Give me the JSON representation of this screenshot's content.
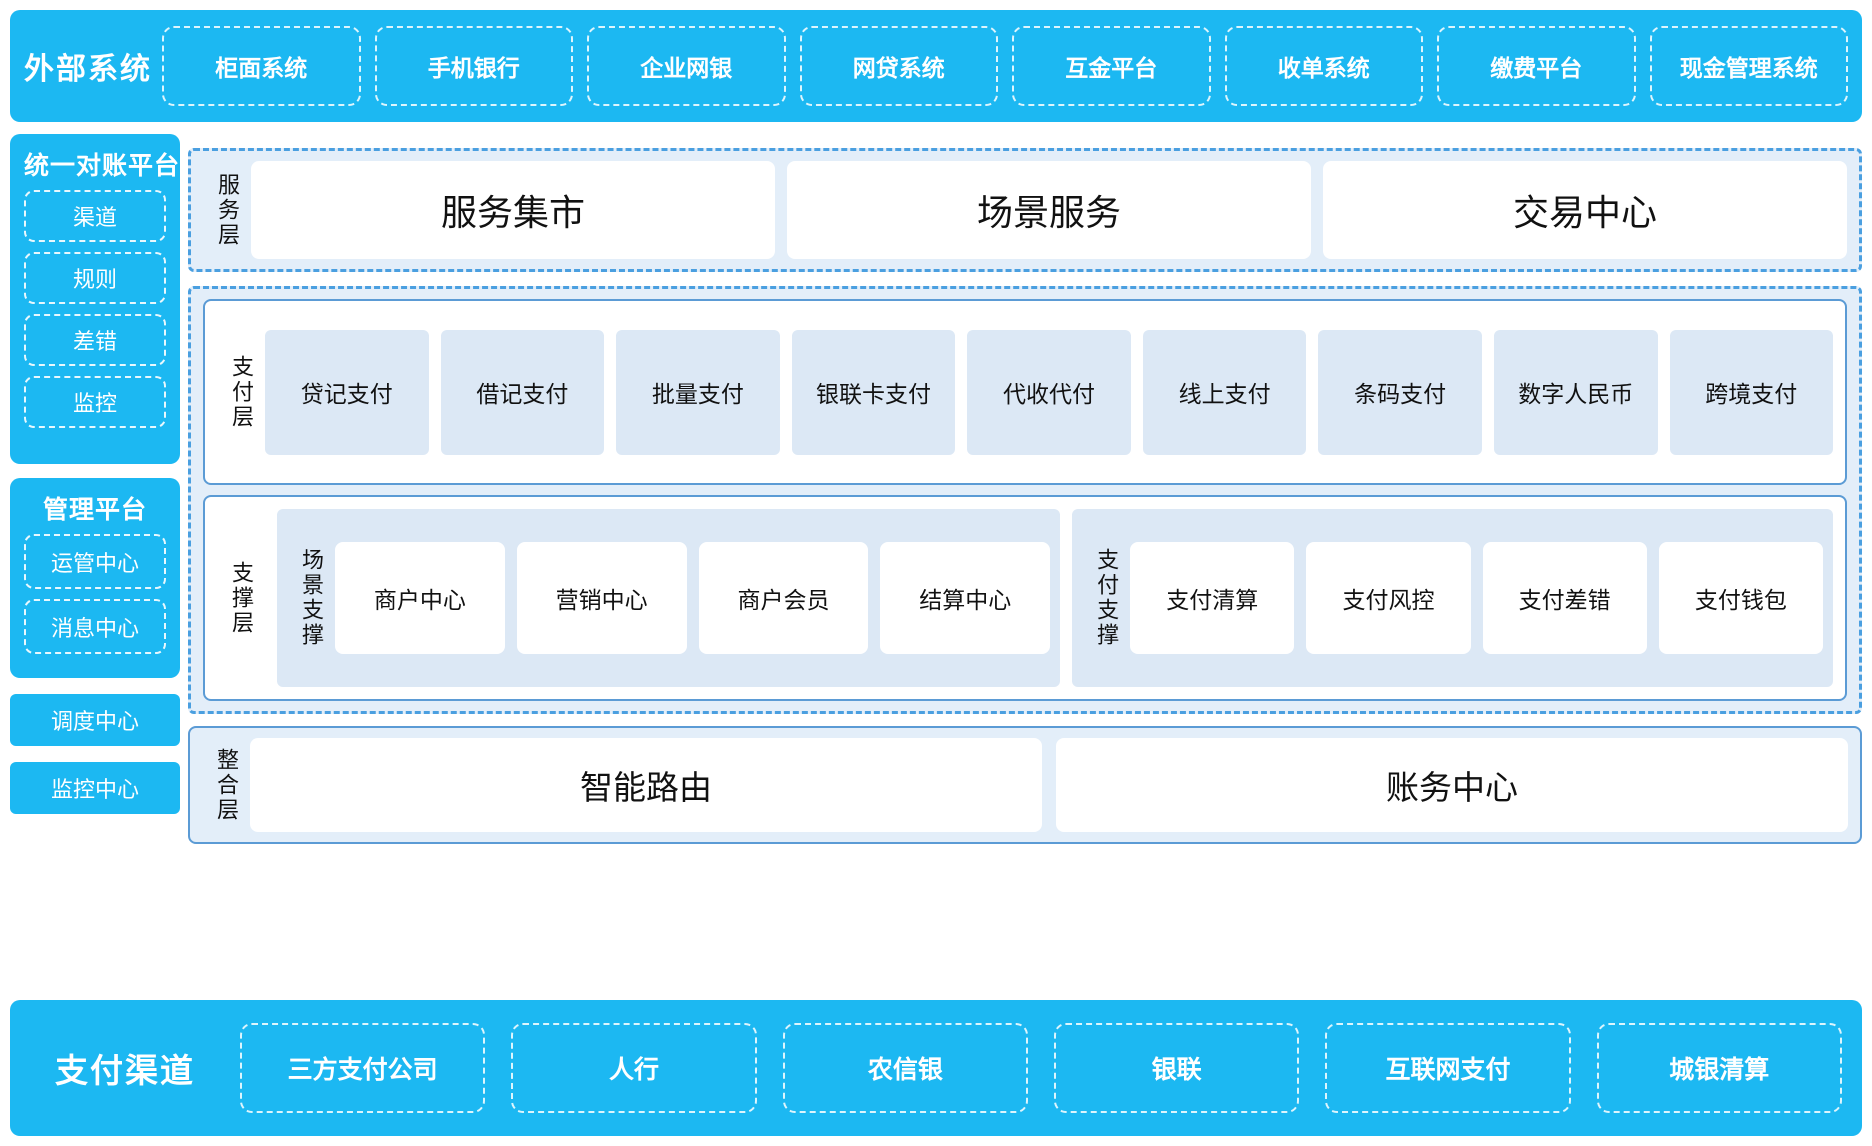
{
  "colors": {
    "brand_cyan": "#1cb8f2",
    "group_fill": "#e3eef9",
    "card_fill": "#dce8f5",
    "border_blue": "#5b9bd5",
    "dash_blue": "#4a9fe0",
    "white": "#ffffff"
  },
  "external": {
    "title": "外部系统",
    "items": [
      "柜面系统",
      "手机银行",
      "企业网银",
      "网贷系统",
      "互金平台",
      "收单系统",
      "缴费平台",
      "现金管理系统"
    ]
  },
  "left_rail": {
    "reconcile": {
      "title": "统一对账平台",
      "items": [
        "渠道",
        "规则",
        "差错",
        "监控"
      ]
    },
    "manage": {
      "title": "管理平台",
      "items": [
        "运管中心",
        "消息中心"
      ]
    },
    "standalone": [
      "调度中心",
      "监控中心"
    ]
  },
  "service_layer": {
    "label": "服务层",
    "items": [
      "服务集市",
      "场景服务",
      "交易中心"
    ]
  },
  "payment_layer": {
    "label": "支付层",
    "items": [
      "贷记支付",
      "借记支付",
      "批量支付",
      "银联卡支付",
      "代收代付",
      "线上支付",
      "条码支付",
      "数字人民币",
      "跨境支付"
    ]
  },
  "support_layer": {
    "label": "支撑层",
    "scene": {
      "label": "场景支撑",
      "items": [
        "商户中心",
        "营销中心",
        "商户会员",
        "结算中心"
      ]
    },
    "pay": {
      "label": "支付支撑",
      "items": [
        "支付清算",
        "支付风控",
        "支付差错",
        "支付钱包"
      ]
    }
  },
  "integration_layer": {
    "label": "整合层",
    "items": [
      "智能路由",
      "账务中心"
    ]
  },
  "channels": {
    "title": "支付渠道",
    "items": [
      "三方支付公司",
      "人行",
      "农信银",
      "银联",
      "互联网支付",
      "城银清算"
    ]
  }
}
